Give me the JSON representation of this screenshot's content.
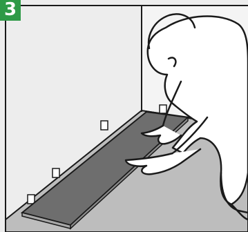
{
  "step": {
    "number": "3",
    "badge_color": "#2e9a47"
  },
  "illustration": {
    "wall_color": "#ededed",
    "floor_color": "#bdbdbd",
    "plank_color": "#6e6e6e",
    "outline_color": "#1a1a1a",
    "figure": "person-kneeling-laying-floor-plank",
    "spacer_count": 4
  }
}
